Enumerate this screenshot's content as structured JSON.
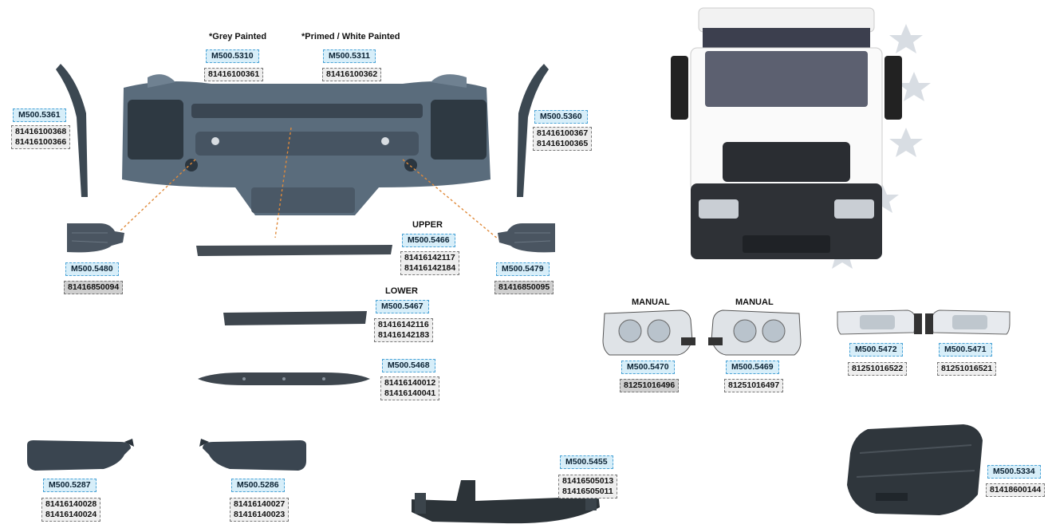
{
  "headers": {
    "grey_painted": "*Grey Painted",
    "primed_white": "*Primed / White Painted",
    "upper": "UPPER",
    "lower": "LOWER",
    "manual_1": "MANUAL",
    "manual_2": "MANUAL"
  },
  "parts": {
    "bumper_grey": {
      "code": "M500.5310",
      "numbers": [
        "81416100361"
      ]
    },
    "bumper_primed": {
      "code": "M500.5311",
      "numbers": [
        "81416100362"
      ]
    },
    "corner_left": {
      "code": "M500.5361",
      "numbers": [
        "81416100368",
        "81416100366"
      ]
    },
    "corner_right": {
      "code": "M500.5360",
      "numbers": [
        "81416100367",
        "81416100365"
      ]
    },
    "flap_left": {
      "code": "M500.5480",
      "numbers": [
        "81416850094"
      ]
    },
    "flap_right": {
      "code": "M500.5479",
      "numbers": [
        "81416850095"
      ]
    },
    "spoiler_upper": {
      "code": "M500.5466",
      "numbers": [
        "81416142117",
        "81416142184"
      ]
    },
    "spoiler_lower": {
      "code": "M500.5467",
      "numbers": [
        "81416142116",
        "81416142183"
      ]
    },
    "spoiler_bottom": {
      "code": "M500.5468",
      "numbers": [
        "81416140012",
        "81416140041"
      ]
    },
    "lamp_manual_left": {
      "code": "M500.5470",
      "numbers": [
        "81251016496"
      ]
    },
    "lamp_manual_right": {
      "code": "M500.5469",
      "numbers": [
        "81251016497"
      ]
    },
    "fog_left": {
      "code": "M500.5472",
      "numbers": [
        "81251016522"
      ]
    },
    "fog_right": {
      "code": "M500.5471",
      "numbers": [
        "81251016521"
      ]
    },
    "step_left": {
      "code": "M500.5287",
      "numbers": [
        "81416140028",
        "81416140024"
      ]
    },
    "step_right": {
      "code": "M500.5286",
      "numbers": [
        "81416140027",
        "81416140023"
      ]
    },
    "bracket": {
      "code": "M500.5455",
      "numbers": [
        "81416505013",
        "81416505011"
      ]
    },
    "battery_cover": {
      "code": "M500.5334",
      "numbers": [
        "81418600144"
      ]
    }
  }
}
